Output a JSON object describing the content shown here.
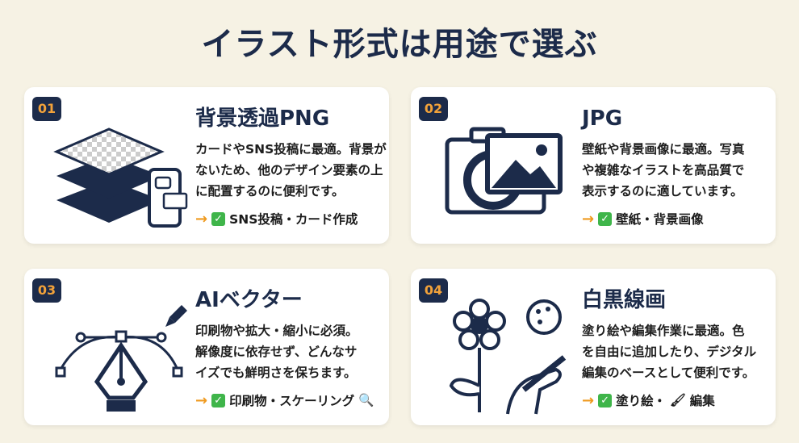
{
  "title": "イラスト形式は用途で選ぶ",
  "cards": [
    {
      "number": "01",
      "heading": "背景透過PNG",
      "body": [
        "カードやSNS投稿に最適。背景が",
        "ないため、他のデザイン要素の上",
        "に配置するのに便利です。"
      ],
      "tag": "SNS投稿・カード作成",
      "tag_suffix_icon": ""
    },
    {
      "number": "02",
      "heading": "JPG",
      "body": [
        "壁紙や背景画像に最適。写真",
        "や複雑なイラストを高品質で",
        "表示するのに適しています。"
      ],
      "tag": "壁紙・背景画像"
    },
    {
      "number": "03",
      "heading": "AIベクター",
      "body": [
        "印刷物や拡大・縮小に必須。",
        "解像度に依存せず、どんなサ",
        "イズでも鮮明さを保ちます。"
      ],
      "tag": "印刷物・スケーリング",
      "tag_suffix": "🔍"
    },
    {
      "number": "04",
      "heading": "白黒線画",
      "body": [
        "塗り絵や編集作業に最適。色",
        "を自由に追加したり、デジタル",
        "編集のベースとして便利です。"
      ],
      "tag_a": "塗り絵・",
      "tag_mid": "🖌",
      "tag_b": "編集"
    }
  ],
  "colors": {
    "navy": "#1c2b4a",
    "accent": "#ef9a1f",
    "check": "#3fb54a",
    "background": "#f6f2e4"
  }
}
